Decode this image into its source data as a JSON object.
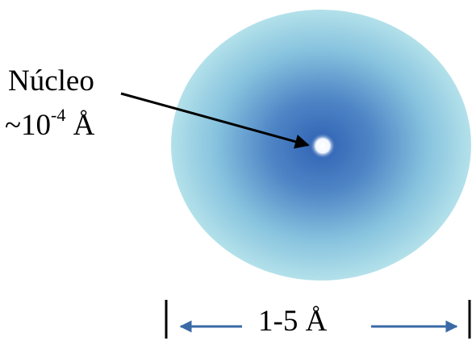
{
  "labels": {
    "nucleus_name": "Núcleo",
    "nucleus_size_prefix": "~10",
    "nucleus_size_exponent": "-4",
    "nucleus_size_unit": "Å",
    "atom_scale": "1-5 Å"
  },
  "colors": {
    "cloud_outer": "#a9dde8",
    "cloud_mid": "#6fa9d6",
    "cloud_center": "#2f62b4",
    "nucleus": "#ffffff",
    "arrows": "#3a6aa6",
    "text": "#000000"
  }
}
